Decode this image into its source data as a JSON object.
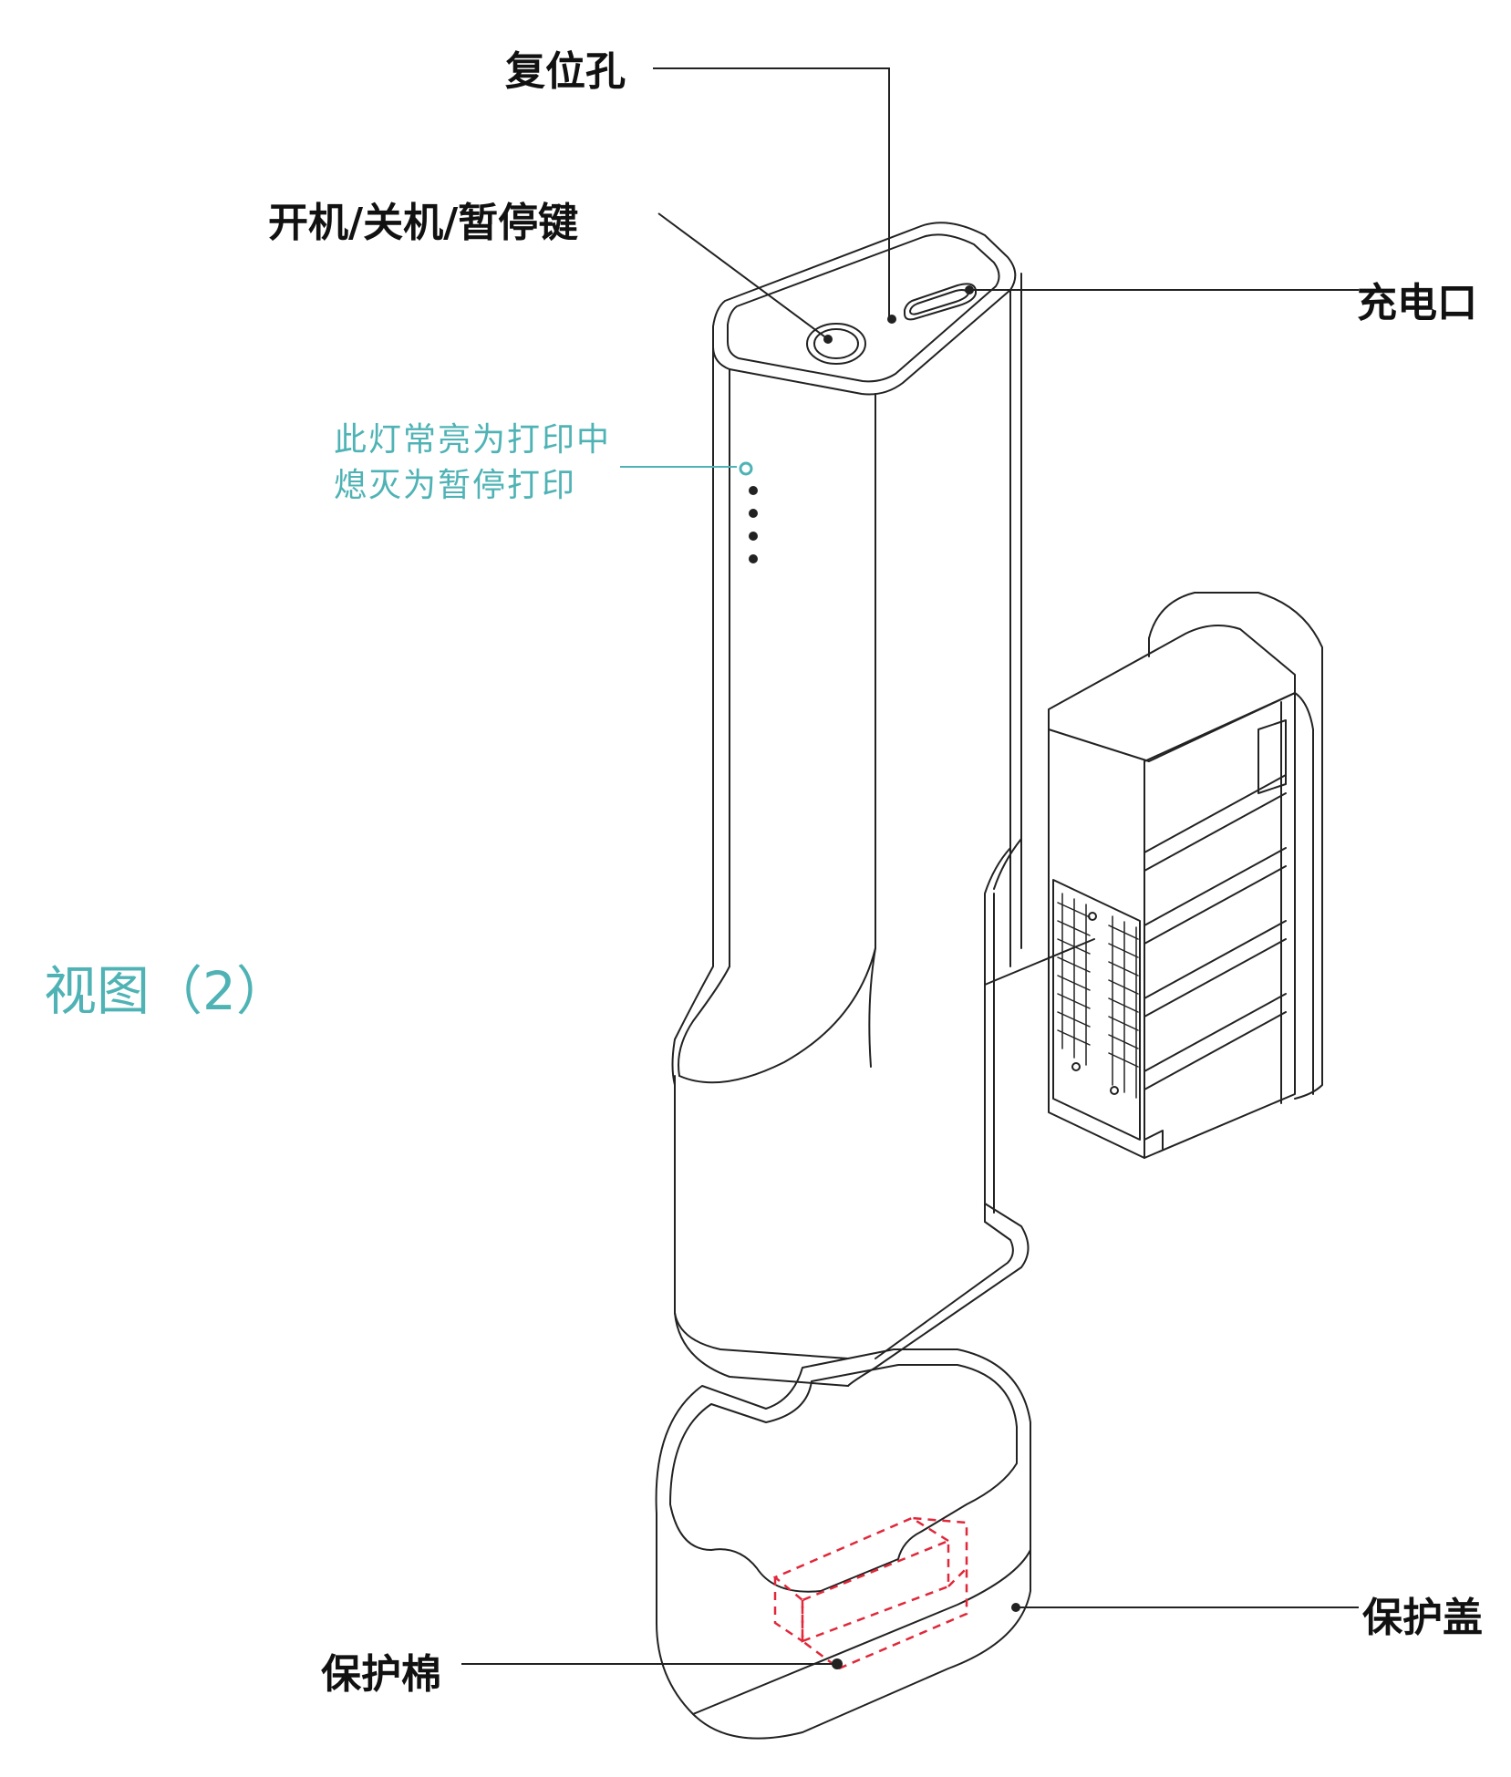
{
  "figure": {
    "view_title": "视图（2）",
    "indicator_note": [
      "此灯常亮为打印中",
      "熄灭为暂停打印"
    ]
  },
  "callouts": {
    "reset_hole": "复位孔",
    "power_button": "开机/关机/暂停键",
    "charging_port": "充电口",
    "protective_cover": "保护盖",
    "protective_foam": "保护棉"
  },
  "colors": {
    "line": "#222222",
    "accent": "#4fb3b5",
    "dashed_box": "#e0283a"
  }
}
